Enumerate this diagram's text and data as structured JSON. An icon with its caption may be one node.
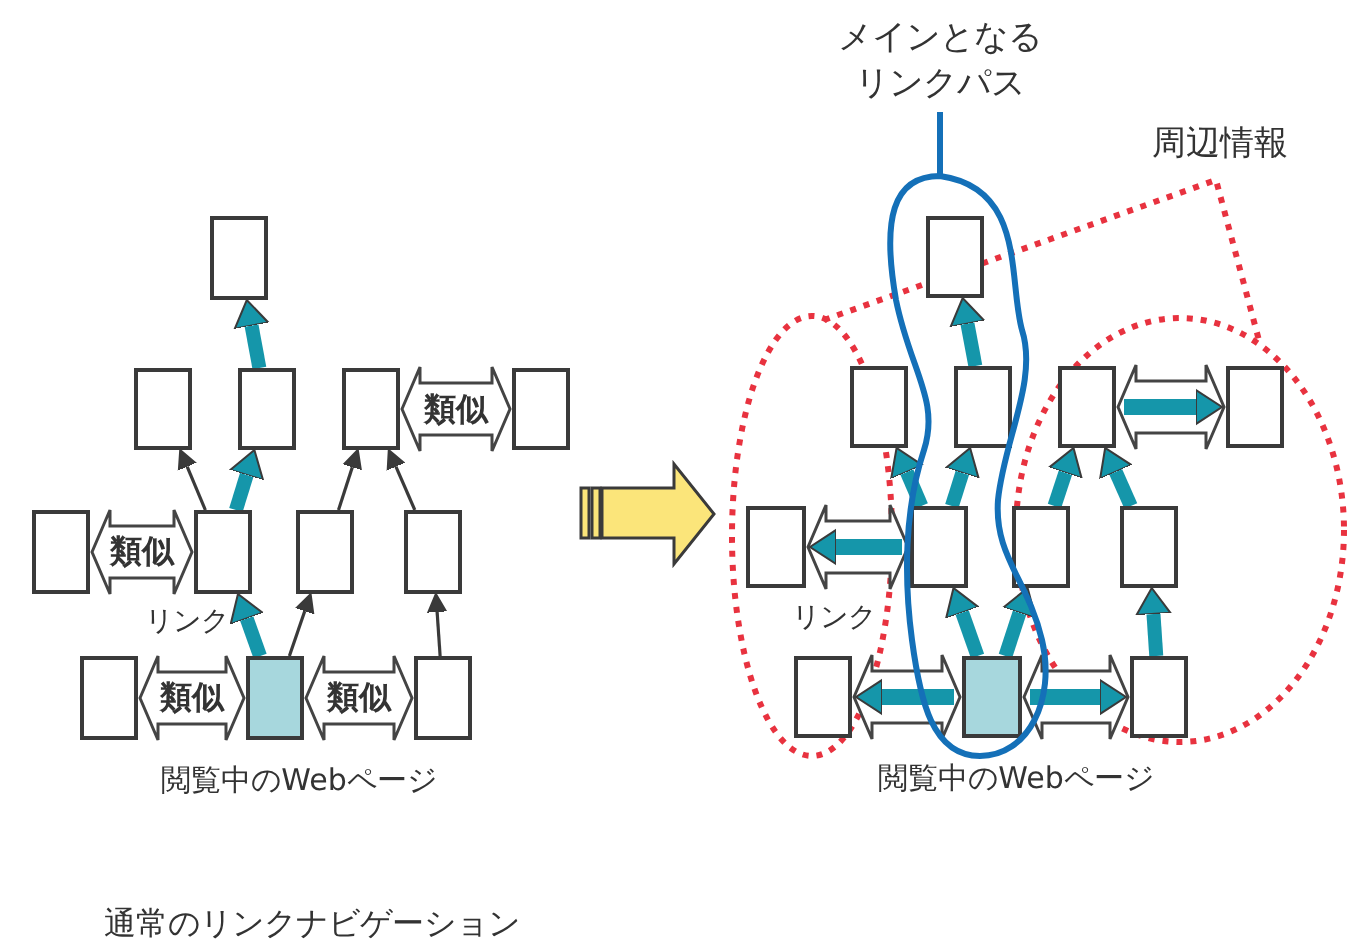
{
  "diagram": {
    "nodes": [
      {
        "text": [],
        "shape": "box"
      },
      {
        "text": [],
        "shape": "box"
      },
      {
        "text": [],
        "shape": "box"
      },
      {
        "text": [],
        "shape": "box"
      },
      {
        "text": [],
        "shape": "box"
      },
      {
        "text": [],
        "shape": "box"
      },
      {
        "text": [],
        "shape": "box"
      },
      {
        "text": [],
        "shape": "box"
      },
      {
        "text": [],
        "shape": "box"
      },
      {
        "text": [],
        "shape": "box"
      },
      {
        "text": [],
        "shape": "box",
        "beside": [
          "閲覧中のWebページ"
        ]
      },
      {
        "text": [],
        "shape": "box"
      },
      {
        "text": [],
        "shape": "box"
      },
      {
        "text": [],
        "shape": "box"
      },
      {
        "text": [],
        "shape": "box"
      },
      {
        "text": [],
        "shape": "box"
      },
      {
        "text": [],
        "shape": "box"
      },
      {
        "text": [],
        "shape": "box"
      },
      {
        "text": [],
        "shape": "box"
      },
      {
        "text": [],
        "shape": "box"
      },
      {
        "text": [],
        "shape": "box"
      },
      {
        "text": [],
        "shape": "box"
      },
      {
        "text": [],
        "shape": "box",
        "beside": [
          "閲覧中のWebページ"
        ]
      },
      {
        "text": [],
        "shape": "box"
      },
      {
        "text": [
          "メインとなるリンクパス"
        ]
      }
    ],
    "edges": [
      {
        "from": 10,
        "to": 6,
        "arrow": "to",
        "label": "リンク"
      },
      {
        "from": 10,
        "to": 7,
        "arrow": "to",
        "color": "#3a3a3a"
      },
      {
        "from": 11,
        "to": 8,
        "arrow": "to",
        "color": "#3a3a3a"
      },
      {
        "from": 6,
        "to": 1,
        "arrow": "to",
        "color": "#3a3a3a"
      },
      {
        "from": 6,
        "to": 2,
        "arrow": "to"
      },
      {
        "from": 7,
        "to": 3,
        "arrow": "to",
        "color": "#3a3a3a"
      },
      {
        "from": 8,
        "to": 3,
        "arrow": "to",
        "color": "#3a3a3a"
      },
      {
        "from": 2,
        "to": 0,
        "arrow": "to"
      },
      {
        "from": 3,
        "to": 4,
        "arrow": "both",
        "label": "類似"
      },
      {
        "from": 6,
        "to": 5,
        "arrow": "both",
        "label": "類似"
      },
      {
        "from": 10,
        "to": 9,
        "arrow": "both",
        "label": "類似"
      },
      {
        "from": 10,
        "to": 11,
        "arrow": "both",
        "label": "類似"
      },
      {
        "from": 22,
        "to": 18,
        "arrow": "to",
        "label": "リンク"
      },
      {
        "from": 22,
        "to": 19,
        "arrow": "to"
      },
      {
        "from": 23,
        "to": 20,
        "arrow": "to"
      },
      {
        "from": 18,
        "to": 13,
        "arrow": "to"
      },
      {
        "from": 18,
        "to": 14,
        "arrow": "to"
      },
      {
        "from": 19,
        "to": 15,
        "arrow": "to"
      },
      {
        "from": 20,
        "to": 15,
        "arrow": "to"
      },
      {
        "from": 14,
        "to": 12,
        "arrow": "to"
      },
      {
        "from": 15,
        "to": 16,
        "arrow": "to"
      },
      {
        "from": 18,
        "to": 17,
        "arrow": "to"
      },
      {
        "from": 22,
        "to": 21,
        "arrow": "to"
      },
      {
        "from": 22,
        "to": 23,
        "arrow": "to"
      },
      {
        "from": 24,
        "to": null,
        "arrow": "none"
      }
    ],
    "labels": [
      "周辺情報",
      "通常のリンクナビゲーション"
    ]
  }
}
